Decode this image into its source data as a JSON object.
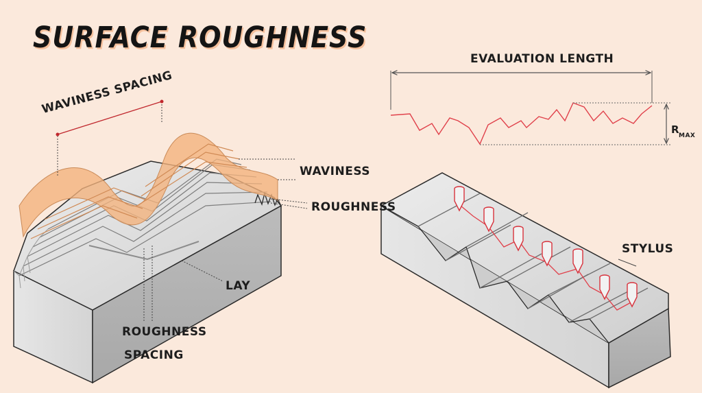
{
  "title": "SURFACE ROUGHNESS",
  "labels": {
    "waviness_spacing": "WAVINESS SPACING",
    "waviness": "WAVINESS",
    "roughness": "ROUGHNESS",
    "lay": "LAY",
    "roughness_spacing_line1": "ROUGHNESS",
    "roughness_spacing_line2": "SPACING",
    "evaluation_length": "EVALUATION LENGTH",
    "rmax_letter": "R",
    "rmax_subscript": "MAX",
    "stylus": "STYLUS"
  },
  "colors": {
    "background": "#fbe9dc",
    "profile_line": "#e0404a",
    "waviness_band": "#f4b27c",
    "block_light": "#e2e2e2",
    "block_dark": "#bdbdbd",
    "outline": "#2a2a2a"
  }
}
